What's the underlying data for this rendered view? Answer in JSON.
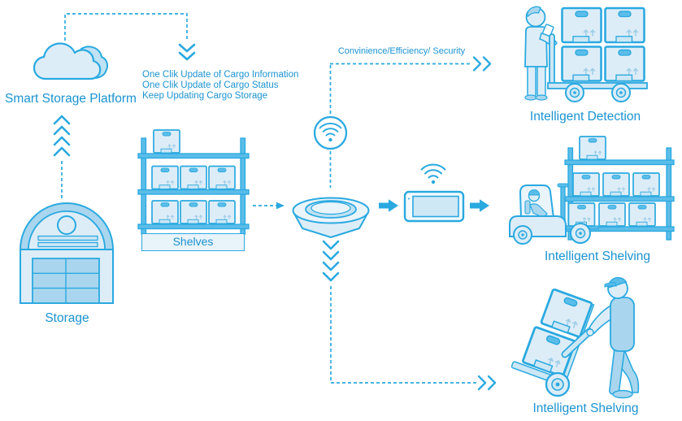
{
  "diagram": {
    "platform_label": "Smart Storage Platform",
    "storage_label": "Storage",
    "shelves_label": "Shelves",
    "flow_caption": "Convinience/Efficiency/ Security",
    "notes": [
      "One Clik Update of Cargo Information",
      "One Clik Update of Cargo Status",
      "Keep Updating Cargo Storage"
    ],
    "detection_label": "Intelligent Detection",
    "shelving_mid_label": "Intelligent Shelving",
    "shelving_bottom_label": "Intelligent Shelving",
    "icons": {
      "cloud": "cloud-icon",
      "storage_building": "warehouse-icon",
      "shelves_rack": "shelf-rack-icon",
      "wifi_circle": "wifi-icon",
      "smart_hub": "smart-hub-disc-icon",
      "tablet": "tablet-icon",
      "worker_cart": "worker-with-cart-icon",
      "forklift": "forklift-icon",
      "hand_truck": "worker-with-handtruck-icon"
    },
    "colors": {
      "stroke": "#2aa9e0",
      "text": "#1b93d1",
      "fill_light": "#ddedf8",
      "fill_mid": "#a9d6ee",
      "fill_deep": "#5bbde9"
    }
  }
}
